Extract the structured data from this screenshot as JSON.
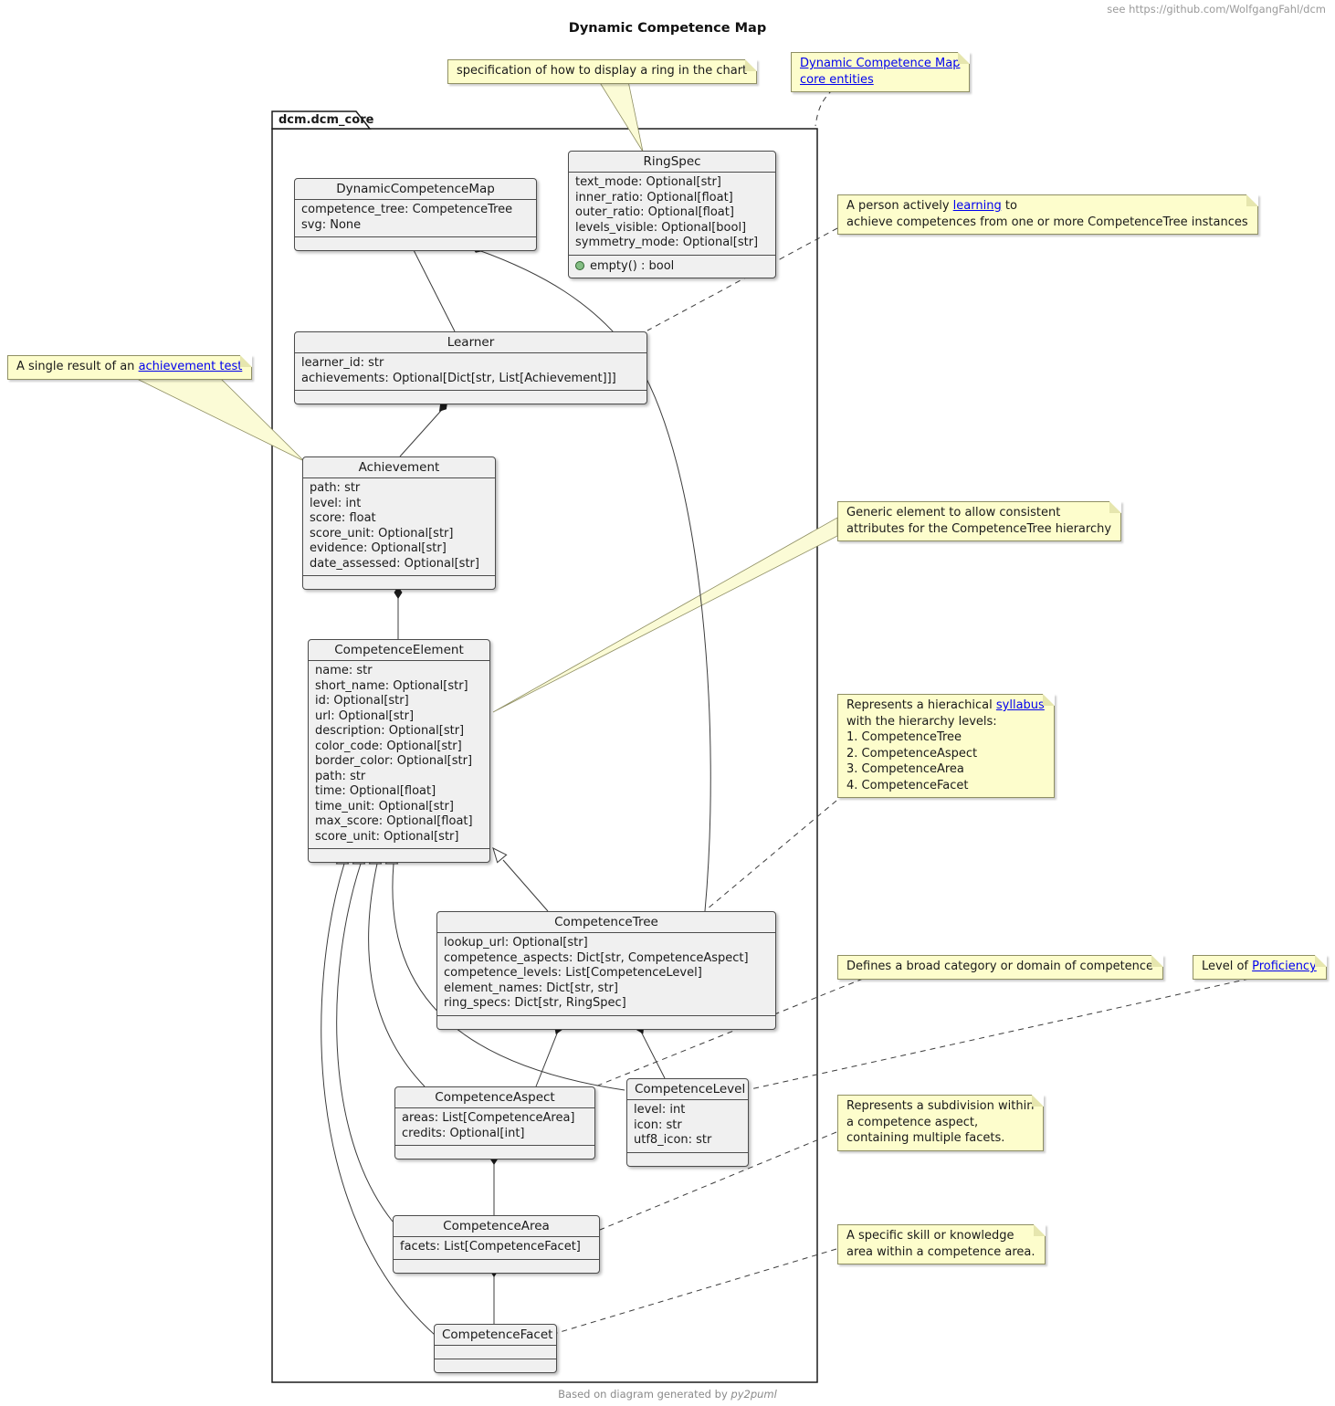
{
  "page": {
    "header_link": "see https://github.com/WolfgangFahl/dcm",
    "title": "Dynamic Competence Map",
    "footer_prefix": "Based on diagram generated by ",
    "footer_tool": "py2puml"
  },
  "package": {
    "name": "dcm.dcm_core"
  },
  "classes": [
    {
      "id": "DynamicCompetenceMap",
      "name": "DynamicCompetenceMap",
      "attributes": [
        "competence_tree: CompetenceTree",
        "svg: None"
      ],
      "methods": []
    },
    {
      "id": "RingSpec",
      "name": "RingSpec",
      "attributes": [
        "text_mode: Optional[str]",
        "inner_ratio: Optional[float]",
        "outer_ratio: Optional[float]",
        "levels_visible: Optional[bool]",
        "symmetry_mode: Optional[str]"
      ],
      "methods": [
        {
          "icon": "method-dot",
          "label": "empty() : bool"
        }
      ]
    },
    {
      "id": "Learner",
      "name": "Learner",
      "attributes": [
        "learner_id: str",
        "achievements: Optional[Dict[str, List[Achievement]]]"
      ],
      "methods": []
    },
    {
      "id": "Achievement",
      "name": "Achievement",
      "attributes": [
        "path: str",
        "level: int",
        "score: float",
        "score_unit: Optional[str]",
        "evidence: Optional[str]",
        "date_assessed: Optional[str]"
      ],
      "methods": []
    },
    {
      "id": "CompetenceElement",
      "name": "CompetenceElement",
      "attributes": [
        "name: str",
        "short_name: Optional[str]",
        "id: Optional[str]",
        "url: Optional[str]",
        "description: Optional[str]",
        "color_code: Optional[str]",
        "border_color: Optional[str]",
        "path: str",
        "time: Optional[float]",
        "time_unit: Optional[str]",
        "max_score: Optional[float]",
        "score_unit: Optional[str]"
      ],
      "methods": []
    },
    {
      "id": "CompetenceTree",
      "name": "CompetenceTree",
      "attributes": [
        "lookup_url: Optional[str]",
        "competence_aspects: Dict[str, CompetenceAspect]",
        "competence_levels: List[CompetenceLevel]",
        "element_names: Dict[str, str]",
        "ring_specs: Dict[str, RingSpec]"
      ],
      "methods": []
    },
    {
      "id": "CompetenceAspect",
      "name": "CompetenceAspect",
      "attributes": [
        "areas: List[CompetenceArea]",
        "credits: Optional[int]"
      ],
      "methods": []
    },
    {
      "id": "CompetenceLevel",
      "name": "CompetenceLevel",
      "attributes": [
        "level: int",
        "icon: str",
        "utf8_icon: str"
      ],
      "methods": []
    },
    {
      "id": "CompetenceArea",
      "name": "CompetenceArea",
      "attributes": [
        "facets: List[CompetenceFacet]"
      ],
      "methods": []
    },
    {
      "id": "CompetenceFacet",
      "name": "CompetenceFacet",
      "attributes": [],
      "methods": []
    }
  ],
  "notes": {
    "spec": {
      "lines": [
        [
          {
            "t": "specification of how to display a ring in the chart"
          }
        ]
      ]
    },
    "core": {
      "lines": [
        [
          {
            "t": "Dynamic Competence Map",
            "link": true
          }
        ],
        [
          {
            "t": "core entities",
            "link": true
          }
        ]
      ]
    },
    "person": {
      "lines": [
        [
          {
            "t": "A person actively "
          },
          {
            "t": "learning",
            "link": true
          },
          {
            "t": " to"
          }
        ],
        [
          {
            "t": "achieve competences from one or more CompetenceTree instances"
          }
        ]
      ]
    },
    "single": {
      "lines": [
        [
          {
            "t": "A single result of an "
          },
          {
            "t": "achievement test",
            "link": true
          }
        ]
      ]
    },
    "generic": {
      "lines": [
        [
          {
            "t": "Generic element to allow consistent"
          }
        ],
        [
          {
            "t": "attributes for the CompetenceTree hierarchy"
          }
        ]
      ]
    },
    "syllabus": {
      "lines": [
        [
          {
            "t": "Represents a hierachical "
          },
          {
            "t": "syllabus",
            "link": true
          }
        ],
        [
          {
            "t": "with the hierarchy levels:"
          }
        ],
        [
          {
            "t": "1. CompetenceTree"
          }
        ],
        [
          {
            "t": "2. CompetenceAspect"
          }
        ],
        [
          {
            "t": "3. CompetenceArea"
          }
        ],
        [
          {
            "t": "4. CompetenceFacet"
          }
        ]
      ]
    },
    "defines": {
      "lines": [
        [
          {
            "t": "Defines a broad category or domain of competence"
          }
        ]
      ]
    },
    "proficiency": {
      "lines": [
        [
          {
            "t": "Level of "
          },
          {
            "t": "Proficiency",
            "link": true
          }
        ]
      ]
    },
    "subdivision": {
      "lines": [
        [
          {
            "t": "Represents a subdivision within"
          }
        ],
        [
          {
            "t": "a competence aspect,"
          }
        ],
        [
          {
            "t": "containing multiple facets."
          }
        ]
      ]
    },
    "specific": {
      "lines": [
        [
          {
            "t": "A specific skill or knowledge"
          }
        ],
        [
          {
            "t": "area within a competence area."
          }
        ]
      ]
    }
  },
  "colors": {
    "note_fill": "#fdfdcc",
    "note_border": "#8f8f64",
    "class_fill": "#f0f0f0",
    "class_border": "#4c4c4c",
    "link_blue": "#0000ee",
    "line": "#3c3c3c",
    "method_dot_green": "#84be84"
  }
}
